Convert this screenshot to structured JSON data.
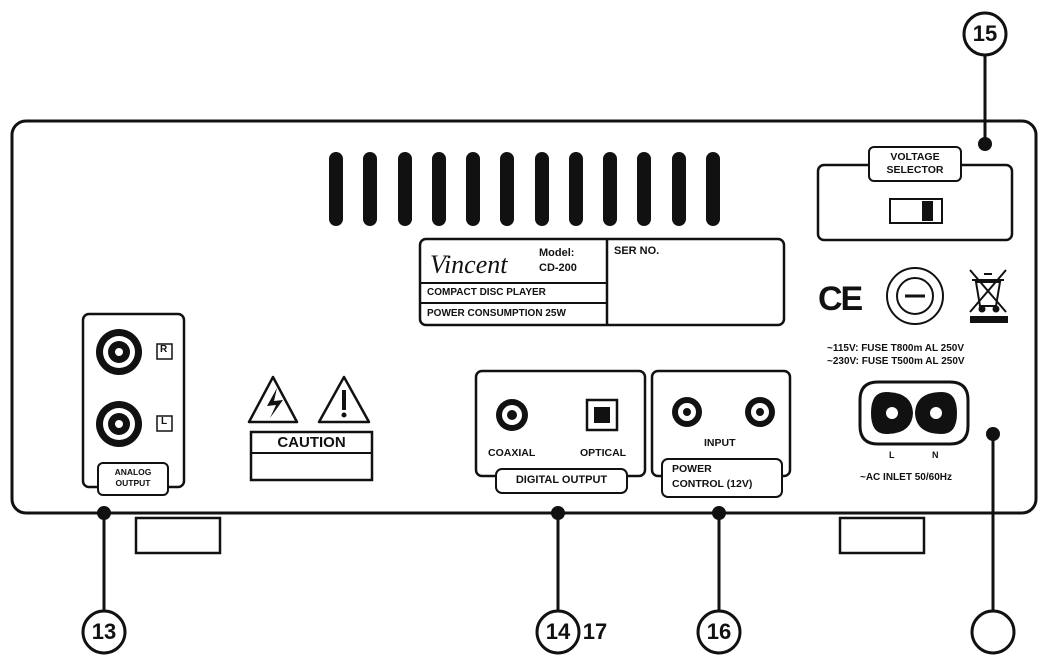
{
  "label_plate": {
    "brand": "Vincent",
    "model_label": "Model:",
    "model_value": "CD-200",
    "serial_label": "SER NO.",
    "product": "COMPACT DISC PLAYER",
    "power": "POWER CONSUMPTION 25W"
  },
  "voltage_selector": {
    "title_line1": "VOLTAGE",
    "title_line2": "SELECTOR"
  },
  "fuse": {
    "line1": "~115V: FUSE T800m AL 250V",
    "line2": "~230V: FUSE T500m AL 250V"
  },
  "ac_inlet": {
    "pin_l": "L",
    "pin_n": "N",
    "label": "~AC INLET 50/60Hz"
  },
  "analog_output": {
    "r": "R",
    "l": "L",
    "title_line1": "ANALOG",
    "title_line2": "OUTPUT"
  },
  "caution": {
    "text": "CAUTION"
  },
  "digital_output": {
    "coaxial": "COAXIAL",
    "optical": "OPTICAL",
    "title": "DIGITAL OUTPUT"
  },
  "power_control": {
    "input": "INPUT",
    "title_line1": "POWER",
    "title_line2": "CONTROL (12V)"
  },
  "ce_mark": "CE",
  "callouts": {
    "c13": "13",
    "c14": "14",
    "c17": "17",
    "c15": "15",
    "c16": "16",
    "c_unlabeled": ""
  }
}
